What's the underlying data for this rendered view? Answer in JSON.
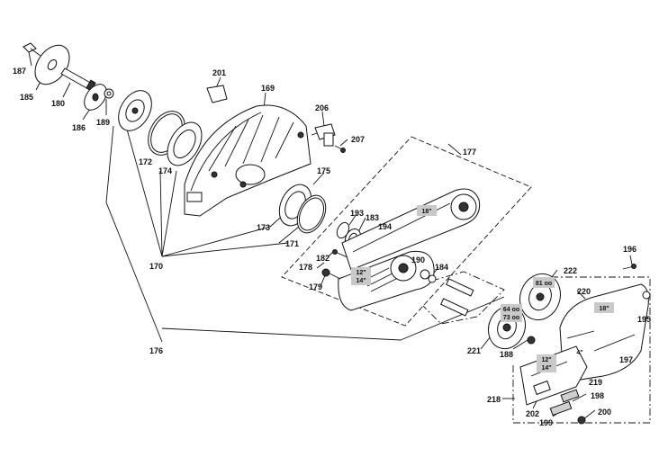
{
  "callouts": [
    "187",
    "185",
    "180",
    "186",
    "189",
    "201",
    "169",
    "206",
    "207",
    "172",
    "174",
    "175",
    "193",
    "183",
    "194",
    "173",
    "171",
    "170",
    "182",
    "178",
    "179",
    "190",
    "184",
    "177",
    "196",
    "222",
    "220",
    "195",
    "221",
    "188",
    "197",
    "219",
    "218",
    "202",
    "198",
    "199",
    "200",
    "176"
  ],
  "size_tags": {
    "t18a": "18\"",
    "t1214a_1": "12\"",
    "t1214a_2": "14\"",
    "t81": "81 oo",
    "t6473_1": "64 oo",
    "t6473_2": "73 oo",
    "t18b": "18\"",
    "t1214b_1": "12\"",
    "t1214b_2": "14\"",
    "t4": "4\""
  }
}
